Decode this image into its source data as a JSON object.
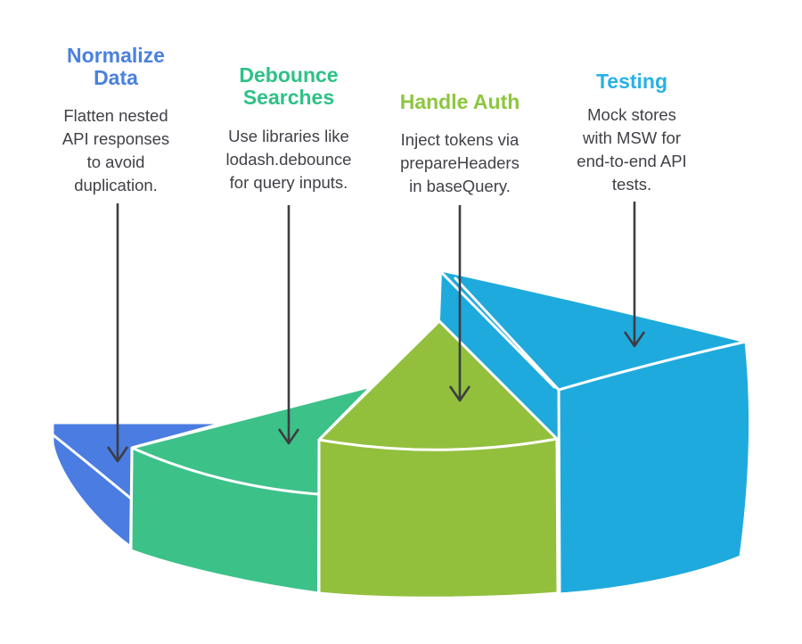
{
  "canvas": {
    "background": "#ffffff"
  },
  "arrow_color": "#3d3d42",
  "body_text_color": "#404047",
  "edge_color": "#ffffff",
  "segments": [
    {
      "id": "normalize-data",
      "title_lines": [
        "Normalize",
        "Data"
      ],
      "title_color": "#4a80e0",
      "body_lines": [
        "Flatten nested",
        "API responses",
        "to avoid",
        "duplication."
      ],
      "slice_color": "#4a7ce2"
    },
    {
      "id": "debounce-searches",
      "title_lines": [
        "Debounce",
        "Searches"
      ],
      "title_color": "#2ec186",
      "body_lines": [
        "Use libraries like",
        "lodash.debounce",
        "for query inputs."
      ],
      "slice_color": "#3cc189"
    },
    {
      "id": "handle-auth",
      "title_lines": [
        "Handle Auth"
      ],
      "title_color": "#8dc63f",
      "body_lines": [
        "Inject tokens via",
        "prepareHeaders",
        "in baseQuery."
      ],
      "slice_color": "#92c03d"
    },
    {
      "id": "testing",
      "title_lines": [
        "Testing"
      ],
      "title_color": "#29b1e5",
      "body_lines": [
        "Mock stores",
        "with MSW for",
        "end-to-end API",
        "tests."
      ],
      "slice_color": "#1faadd"
    }
  ]
}
